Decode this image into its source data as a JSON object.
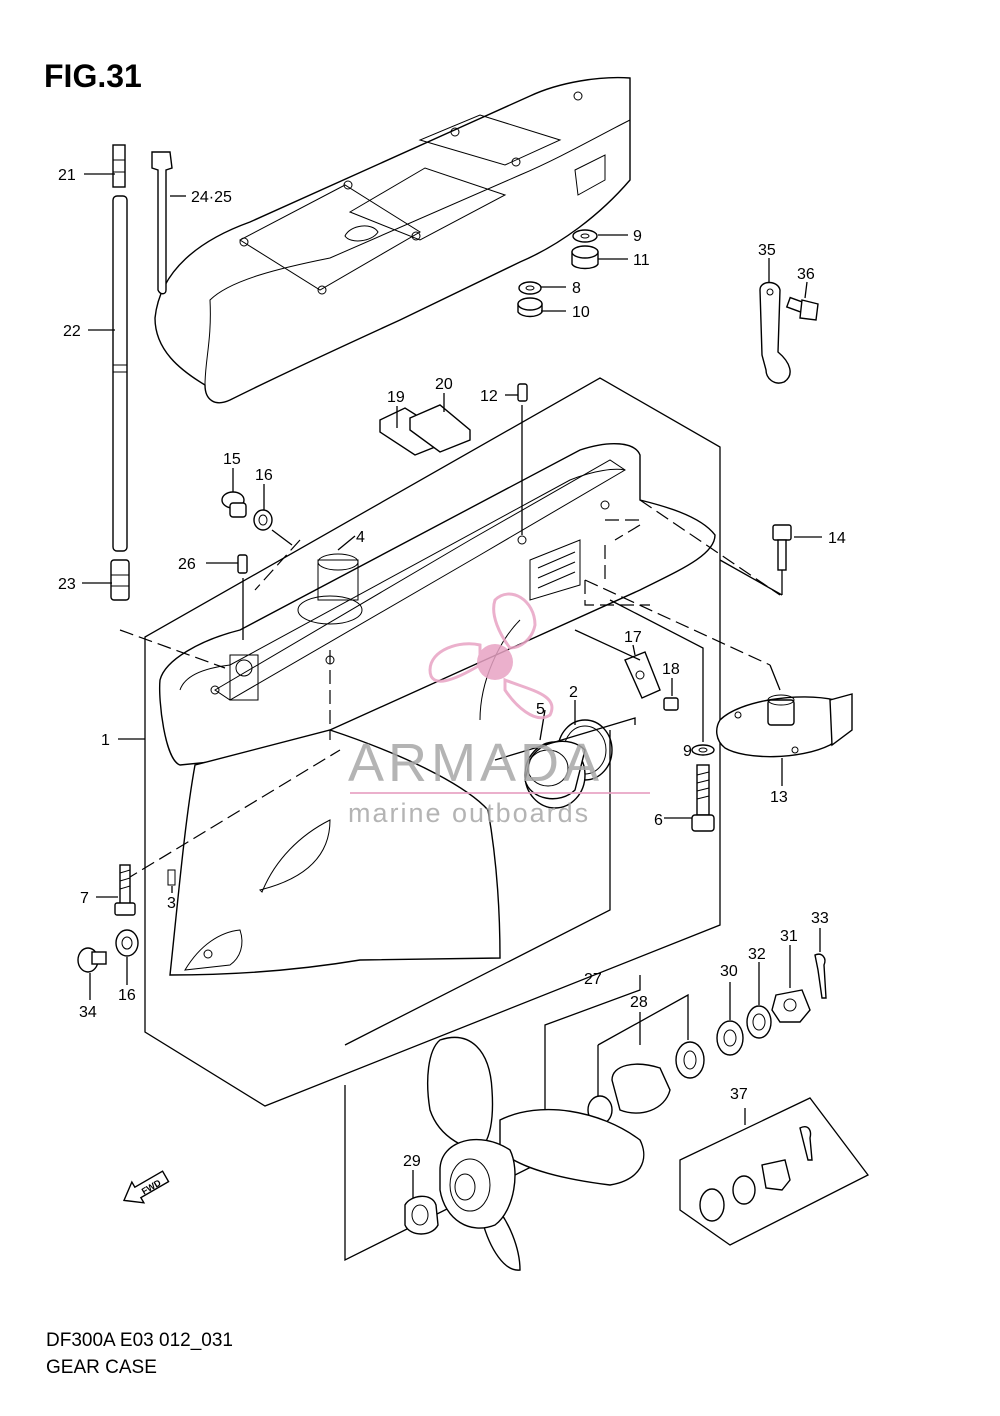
{
  "figure": {
    "title": "FIG.31"
  },
  "footer": {
    "code": "DF300A E03 012_031",
    "name": "GEAR CASE"
  },
  "watermark": {
    "brand": "ARMADA",
    "tagline": "marine outboards",
    "color_pink": "#e8a3c4",
    "color_gray": "#a7a7a7"
  },
  "direction_marker": "FWD",
  "callouts": {
    "c1": "1",
    "c2": "2",
    "c3": "3",
    "c4": "4",
    "c5": "5",
    "c6": "6",
    "c7": "7",
    "c8": "8",
    "c9a": "9",
    "c9b": "9",
    "c10": "10",
    "c11": "11",
    "c12": "12",
    "c13": "13",
    "c14": "14",
    "c15": "15",
    "c16a": "16",
    "c16b": "16",
    "c17": "17",
    "c18": "18",
    "c19": "19",
    "c20": "20",
    "c21": "21",
    "c22": "22",
    "c23": "23",
    "c2425": "24·25",
    "c26": "26",
    "c27": "27",
    "c28": "28",
    "c29": "29",
    "c30": "30",
    "c31": "31",
    "c32": "32",
    "c33": "33",
    "c34": "34",
    "c35": "35",
    "c36": "36",
    "c37": "37"
  }
}
